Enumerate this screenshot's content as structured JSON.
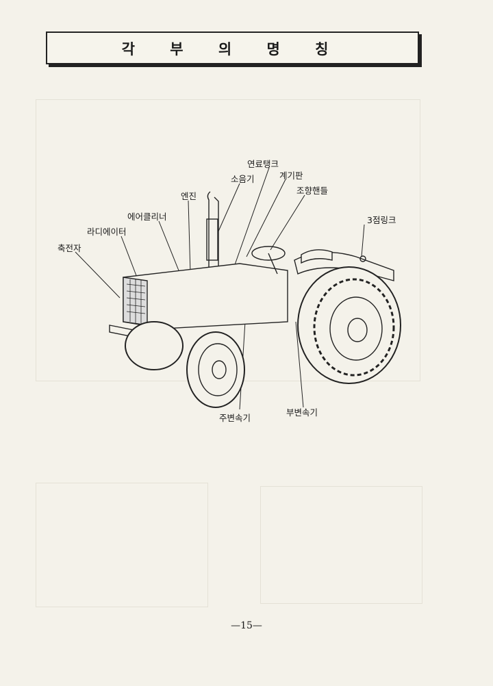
{
  "title": "각 부 의 명 칭",
  "labels": {
    "fuel_tank": "연료탱크",
    "muffler": "소음기",
    "instrument_panel": "계기판",
    "engine": "엔진",
    "steering_wheel": "조향핸들",
    "air_cleaner": "에어클리너",
    "three_point_link": "3점링크",
    "radiator": "라디에이터",
    "battery": "축전자",
    "main_transmission": "주변속기",
    "sub_transmission": "부변속기"
  },
  "page_number": "—15—"
}
